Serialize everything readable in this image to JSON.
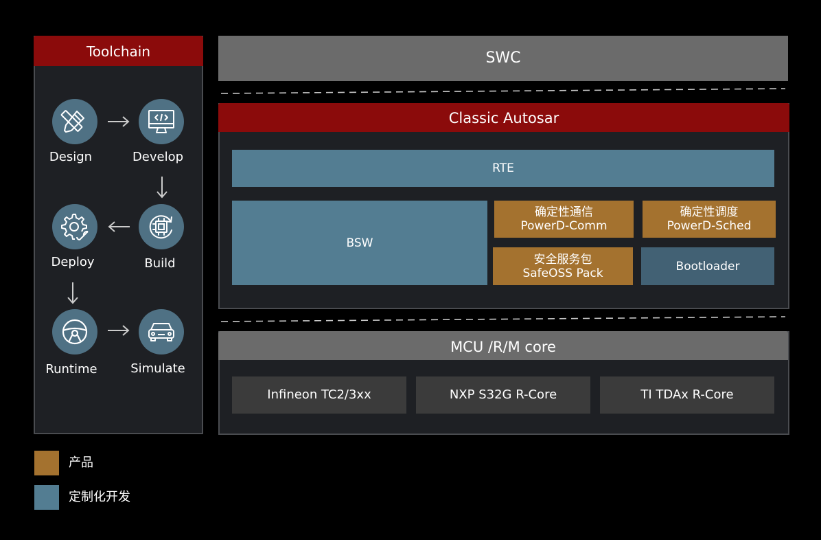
{
  "toolchain": {
    "title": "Toolchain",
    "nodes": [
      {
        "label": "Design",
        "icon": "pencil-ruler-icon"
      },
      {
        "label": "Develop",
        "icon": "monitor-code-icon"
      },
      {
        "label": "Build",
        "icon": "chip-refresh-icon"
      },
      {
        "label": "Deploy",
        "icon": "gear-wrench-icon"
      },
      {
        "label": "Runtime",
        "icon": "steering-wheel-icon"
      },
      {
        "label": "Simulate",
        "icon": "car-icon"
      }
    ]
  },
  "swc": {
    "label": "SWC"
  },
  "classic_autosar": {
    "title": "Classic Autosar",
    "rte": "RTE",
    "bsw": "BSW",
    "powerd_comm": {
      "line1": "确定性通信",
      "line2": "PowerD-Comm"
    },
    "powerd_sched": {
      "line1": "确定性调度",
      "line2": "PowerD-Sched"
    },
    "safeoss": {
      "line1": "安全服务包",
      "line2": "SafeOSS Pack"
    },
    "bootloader": "Bootloader"
  },
  "mcu": {
    "title": "MCU /R/M core",
    "cores": [
      "Infineon TC2/3xx",
      "NXP S32G R-Core",
      "TI TDAx R-Core"
    ]
  },
  "legend": [
    {
      "label": "产品",
      "color": "#a4722f"
    },
    {
      "label": "定制化开发",
      "color": "#537d92"
    }
  ],
  "colors": {
    "header_red": "#8b0b0b",
    "product_brown": "#a4722f",
    "custom_blue": "#537d92",
    "node_blue": "#4f7184",
    "panel_bg": "#1e2024",
    "swc_grey": "#6b6b6b"
  }
}
